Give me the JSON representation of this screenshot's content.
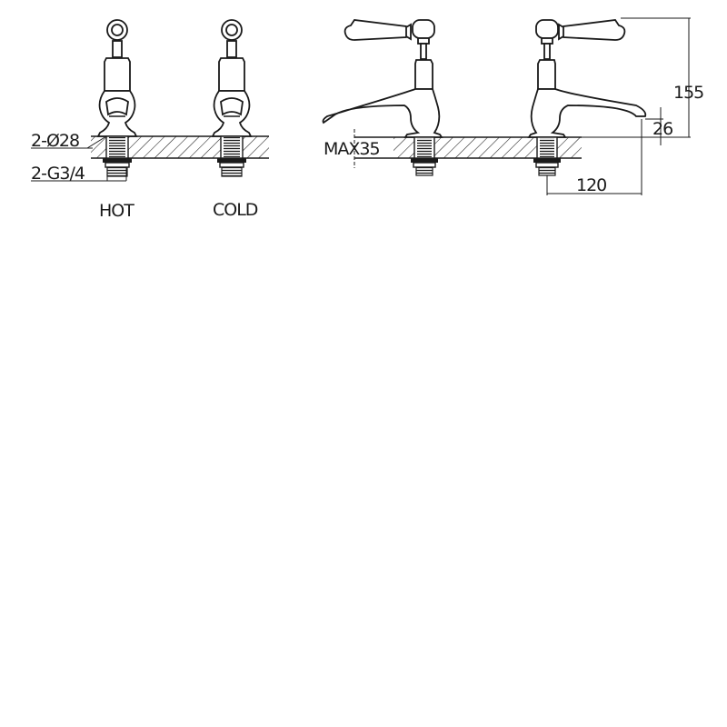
{
  "drawing": {
    "title": "Pillar taps technical drawing",
    "front_view": {
      "labels": {
        "hot": "HOT",
        "cold": "COLD"
      },
      "dimensions": {
        "hole_diameter": "2-Ø28",
        "thread": "2-G3/4"
      }
    },
    "side_view": {
      "dimensions": {
        "max_deck_thickness": "MAX35",
        "height": "155",
        "spout_height": "26",
        "spout_reach": "120"
      }
    },
    "colors": {
      "line": "#1a1a1a",
      "background": "#ffffff"
    }
  }
}
